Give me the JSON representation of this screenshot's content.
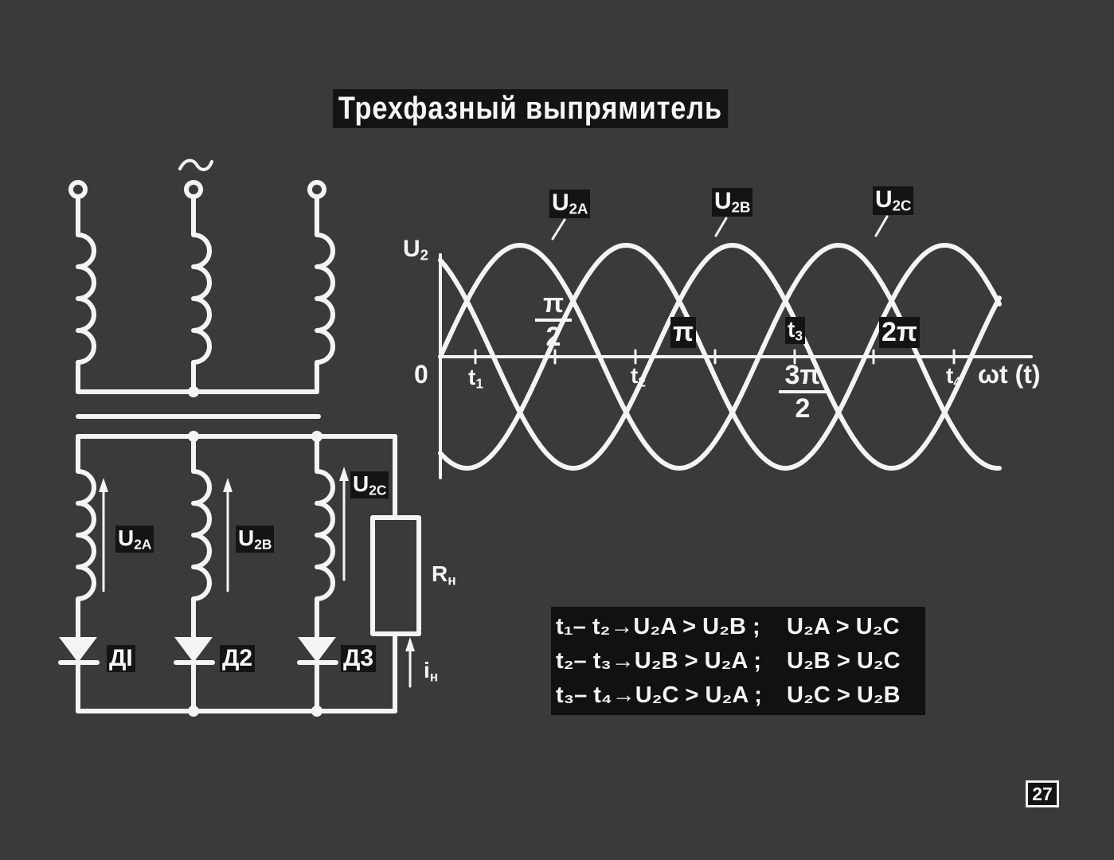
{
  "title": "Трехфазный выпрямитель",
  "page_number": "27",
  "source_symbol": "~",
  "circuit": {
    "phase_a": "U",
    "phase_a_sub": "2A",
    "phase_b": "U",
    "phase_b_sub": "2B",
    "phase_c": "U",
    "phase_c_sub": "2C",
    "load": "R",
    "load_sub": "н",
    "current": "i",
    "current_sub": "н",
    "diodes": [
      "ДI",
      "Д2",
      "Д3"
    ]
  },
  "graph": {
    "y_axis": "U",
    "y_axis_sub": "2",
    "origin": "0",
    "x_axis": "ωt  (t)",
    "curve_labels": [
      {
        "main": "U",
        "sub": "2A"
      },
      {
        "main": "U",
        "sub": "2B"
      },
      {
        "main": "U",
        "sub": "2C"
      }
    ],
    "ticks": {
      "pi_half_num": "π",
      "pi_half_den": "2",
      "pi": "π",
      "three_pi_half_num": "3π",
      "three_pi_half_den": "2",
      "two_pi": "2π",
      "t1": "t",
      "t1_sub": "1",
      "t2": "t",
      "t2_sub": "2",
      "t3": "t",
      "t3_sub": "3",
      "t4": "t",
      "t4_sub": "4"
    }
  },
  "conditions": [
    {
      "left": "t₁– t₂→U₂A > U₂B ;",
      "right": "U₂A > U₂C"
    },
    {
      "left": "t₂– t₃→U₂B > U₂A ;",
      "right": "U₂B > U₂C"
    },
    {
      "left": "t₃– t₄→U₂C > U₂A ;",
      "right": "U₂C > U₂B"
    }
  ],
  "colors": {
    "background": "#3a3a3a",
    "line": "#f4f4f4",
    "label_bg": "#141414"
  }
}
